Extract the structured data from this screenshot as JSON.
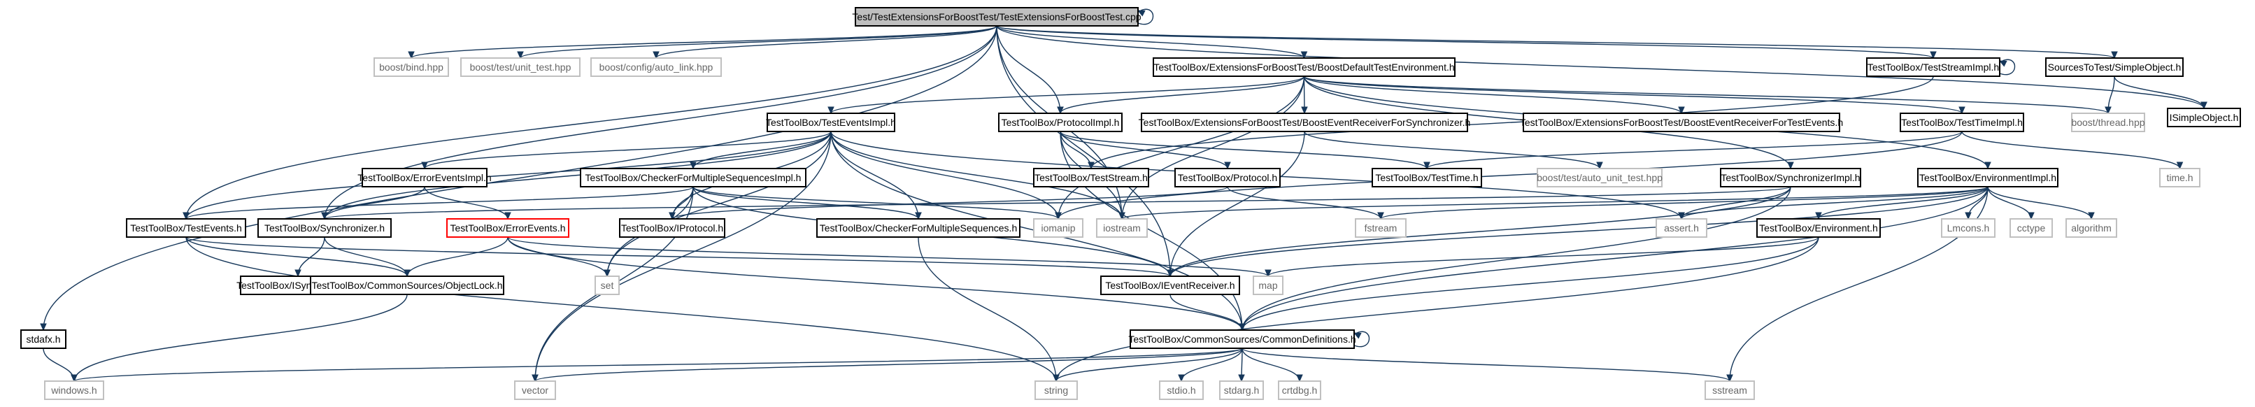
{
  "graph": {
    "colors": {
      "edge": "#16375a",
      "node_border": "#000000",
      "external_border": "#c0c0c0",
      "highlight_border": "#ff0000",
      "root_fill": "#bfbfbf"
    },
    "nodes": [
      {
        "id": "root",
        "label": "Test/TestExtensionsForBoostTest/TestExtensionsForBoostTest.cpp",
        "kind": "root"
      },
      {
        "id": "bind",
        "label": "boost/bind.hpp",
        "kind": "external"
      },
      {
        "id": "unittest",
        "label": "boost/test/unit_test.hpp",
        "kind": "external"
      },
      {
        "id": "autolink",
        "label": "boost/config/auto_link.hpp",
        "kind": "external"
      },
      {
        "id": "bdte",
        "label": "TestToolBox/ExtensionsForBoostTest/BoostDefaultTestEnvironment.h",
        "kind": "internal"
      },
      {
        "id": "streamimpl",
        "label": "TestToolBox/TestStreamImpl.h",
        "kind": "internal"
      },
      {
        "id": "simpleobj",
        "label": "SourcesToTest/SimpleObject.h",
        "kind": "internal"
      },
      {
        "id": "isimple",
        "label": "ISimpleObject.h",
        "kind": "internal"
      },
      {
        "id": "eventsimpl",
        "label": "TestToolBox/TestEventsImpl.h",
        "kind": "internal"
      },
      {
        "id": "protocolimpl",
        "label": "TestToolBox/ProtocolImpl.h",
        "kind": "internal"
      },
      {
        "id": "berfs",
        "label": "TestToolBox/ExtensionsForBoostTest/BoostEventReceiverForSynchronizer.h",
        "kind": "internal"
      },
      {
        "id": "berfte",
        "label": "TestToolBox/ExtensionsForBoostTest/BoostEventReceiverForTestEvents.h",
        "kind": "internal"
      },
      {
        "id": "timeimpl",
        "label": "TestToolBox/TestTimeImpl.h",
        "kind": "internal"
      },
      {
        "id": "thread",
        "label": "boost/thread.hpp",
        "kind": "external"
      },
      {
        "id": "timeh",
        "label": "time.h",
        "kind": "external"
      },
      {
        "id": "erreventsimpl",
        "label": "TestToolBox/ErrorEventsImpl.h",
        "kind": "internal"
      },
      {
        "id": "checkerimpl",
        "label": "TestToolBox/CheckerForMultipleSequencesImpl.h",
        "kind": "internal"
      },
      {
        "id": "teststream",
        "label": "TestToolBox/TestStream.h",
        "kind": "internal"
      },
      {
        "id": "protocolh",
        "label": "TestToolBox/Protocol.h",
        "kind": "internal"
      },
      {
        "id": "testtime",
        "label": "TestToolBox/TestTime.h",
        "kind": "internal"
      },
      {
        "id": "autounit",
        "label": "boost/test/auto_unit_test.hpp",
        "kind": "external"
      },
      {
        "id": "syncimpl",
        "label": "TestToolBox/SynchronizerImpl.h",
        "kind": "internal"
      },
      {
        "id": "envimpl",
        "label": "TestToolBox/EnvironmentImpl.h",
        "kind": "internal"
      },
      {
        "id": "testevents",
        "label": "TestToolBox/TestEvents.h",
        "kind": "internal"
      },
      {
        "id": "synch",
        "label": "TestToolBox/Synchronizer.h",
        "kind": "internal"
      },
      {
        "id": "errevents",
        "label": "TestToolBox/ErrorEvents.h",
        "kind": "highlight"
      },
      {
        "id": "iprotocol",
        "label": "TestToolBox/IProtocol.h",
        "kind": "internal"
      },
      {
        "id": "checker",
        "label": "TestToolBox/CheckerForMultipleSequences.h",
        "kind": "internal"
      },
      {
        "id": "iomanip",
        "label": "iomanip",
        "kind": "external"
      },
      {
        "id": "iostream",
        "label": "iostream",
        "kind": "external"
      },
      {
        "id": "fstream",
        "label": "fstream",
        "kind": "external"
      },
      {
        "id": "asserth",
        "label": "assert.h",
        "kind": "external"
      },
      {
        "id": "lmcons",
        "label": "Lmcons.h",
        "kind": "external"
      },
      {
        "id": "cctype",
        "label": "cctype",
        "kind": "external"
      },
      {
        "id": "algorithm",
        "label": "algorithm",
        "kind": "external"
      },
      {
        "id": "environment",
        "label": "TestToolBox/Environment.h",
        "kind": "internal"
      },
      {
        "id": "isync",
        "label": "TestToolBox/ISynchronizer.h",
        "kind": "internal"
      },
      {
        "id": "objectlock",
        "label": "TestToolBox/CommonSources/ObjectLock.h",
        "kind": "internal"
      },
      {
        "id": "set",
        "label": "set",
        "kind": "external"
      },
      {
        "id": "ieventreceiver",
        "label": "TestToolBox/IEventReceiver.h",
        "kind": "internal"
      },
      {
        "id": "map",
        "label": "map",
        "kind": "external"
      },
      {
        "id": "stdafx",
        "label": "stdafx.h",
        "kind": "internal"
      },
      {
        "id": "commondefs",
        "label": "TestToolBox/CommonSources/CommonDefinitions.h",
        "kind": "internal"
      },
      {
        "id": "windows",
        "label": "windows.h",
        "kind": "external"
      },
      {
        "id": "vector",
        "label": "vector",
        "kind": "external"
      },
      {
        "id": "string",
        "label": "string",
        "kind": "external"
      },
      {
        "id": "stdio",
        "label": "stdio.h",
        "kind": "external"
      },
      {
        "id": "stdarg",
        "label": "stdarg.h",
        "kind": "external"
      },
      {
        "id": "crtdbg",
        "label": "crtdbg.h",
        "kind": "external"
      },
      {
        "id": "sstream",
        "label": "sstream",
        "kind": "external"
      }
    ],
    "edges": [
      [
        "root",
        "bind"
      ],
      [
        "root",
        "unittest"
      ],
      [
        "root",
        "autolink"
      ],
      [
        "root",
        "bdte"
      ],
      [
        "root",
        "streamimpl"
      ],
      [
        "root",
        "simpleobj"
      ],
      [
        "root",
        "isimple"
      ],
      [
        "root",
        "stdafx"
      ],
      [
        "root",
        "testevents"
      ],
      [
        "root",
        "synch"
      ],
      [
        "root",
        "protocolimpl"
      ],
      [
        "root",
        "iostream"
      ],
      [
        "root",
        "ieventreceiver"
      ],
      [
        "root",
        "root"
      ],
      [
        "bdte",
        "eventsimpl"
      ],
      [
        "bdte",
        "protocolimpl"
      ],
      [
        "bdte",
        "berfs"
      ],
      [
        "bdte",
        "berfte"
      ],
      [
        "bdte",
        "timeimpl"
      ],
      [
        "bdte",
        "thread"
      ],
      [
        "bdte",
        "envimpl"
      ],
      [
        "bdte",
        "syncimpl"
      ],
      [
        "bdte",
        "iostream"
      ],
      [
        "bdte",
        "iomanip"
      ],
      [
        "streamimpl",
        "streamimpl"
      ],
      [
        "streamimpl",
        "teststream"
      ],
      [
        "simpleobj",
        "isimple"
      ],
      [
        "simpleobj",
        "thread"
      ],
      [
        "eventsimpl",
        "erreventsimpl"
      ],
      [
        "eventsimpl",
        "checkerimpl"
      ],
      [
        "eventsimpl",
        "testevents"
      ],
      [
        "eventsimpl",
        "synch"
      ],
      [
        "eventsimpl",
        "iprotocol"
      ],
      [
        "eventsimpl",
        "checker"
      ],
      [
        "eventsimpl",
        "iomanip"
      ],
      [
        "eventsimpl",
        "iostream"
      ],
      [
        "eventsimpl",
        "asserth"
      ],
      [
        "eventsimpl",
        "vector"
      ],
      [
        "eventsimpl",
        "set"
      ],
      [
        "eventsimpl",
        "commondefs"
      ],
      [
        "protocolimpl",
        "protocolh"
      ],
      [
        "protocolimpl",
        "teststream"
      ],
      [
        "protocolimpl",
        "testtime"
      ],
      [
        "protocolimpl",
        "iostream"
      ],
      [
        "protocolimpl",
        "commondefs"
      ],
      [
        "berfs",
        "autounit"
      ],
      [
        "berfs",
        "ieventreceiver"
      ],
      [
        "timeimpl",
        "testtime"
      ],
      [
        "timeimpl",
        "timeh"
      ],
      [
        "timeimpl",
        "iomanip"
      ],
      [
        "erreventsimpl",
        "errevents"
      ],
      [
        "erreventsimpl",
        "synch"
      ],
      [
        "checkerimpl",
        "checker"
      ],
      [
        "checkerimpl",
        "testevents"
      ],
      [
        "checkerimpl",
        "iprotocol"
      ],
      [
        "checkerimpl",
        "iomanip"
      ],
      [
        "checkerimpl",
        "ieventreceiver"
      ],
      [
        "checkerimpl",
        "set"
      ],
      [
        "checkerimpl",
        "vector"
      ],
      [
        "protocolh",
        "iprotocol"
      ],
      [
        "protocolh",
        "fstream"
      ],
      [
        "syncimpl",
        "synch"
      ],
      [
        "syncimpl",
        "asserth"
      ],
      [
        "syncimpl",
        "ieventreceiver"
      ],
      [
        "syncimpl",
        "commondefs"
      ],
      [
        "envimpl",
        "environment"
      ],
      [
        "envimpl",
        "lmcons"
      ],
      [
        "envimpl",
        "cctype"
      ],
      [
        "envimpl",
        "algorithm"
      ],
      [
        "envimpl",
        "fstream"
      ],
      [
        "envimpl",
        "asserth"
      ],
      [
        "envimpl",
        "iostream"
      ],
      [
        "envimpl",
        "sstream"
      ],
      [
        "envimpl",
        "ieventreceiver"
      ],
      [
        "envimpl",
        "commondefs"
      ],
      [
        "testevents",
        "objectlock"
      ],
      [
        "testevents",
        "ieventreceiver"
      ],
      [
        "testevents",
        "string"
      ],
      [
        "synch",
        "isync"
      ],
      [
        "synch",
        "objectlock"
      ],
      [
        "errevents",
        "objectlock"
      ],
      [
        "errevents",
        "set"
      ],
      [
        "errevents",
        "map"
      ],
      [
        "errevents",
        "commondefs"
      ],
      [
        "checker",
        "string"
      ],
      [
        "environment",
        "map"
      ],
      [
        "environment",
        "commondefs"
      ],
      [
        "environment",
        "string"
      ],
      [
        "objectlock",
        "windows"
      ],
      [
        "ieventreceiver",
        "commondefs"
      ],
      [
        "stdafx",
        "windows"
      ],
      [
        "commondefs",
        "commondefs"
      ],
      [
        "commondefs",
        "windows"
      ],
      [
        "commondefs",
        "vector"
      ],
      [
        "commondefs",
        "string"
      ],
      [
        "commondefs",
        "stdio"
      ],
      [
        "commondefs",
        "stdarg"
      ],
      [
        "commondefs",
        "crtdbg"
      ],
      [
        "commondefs",
        "sstream"
      ]
    ]
  }
}
